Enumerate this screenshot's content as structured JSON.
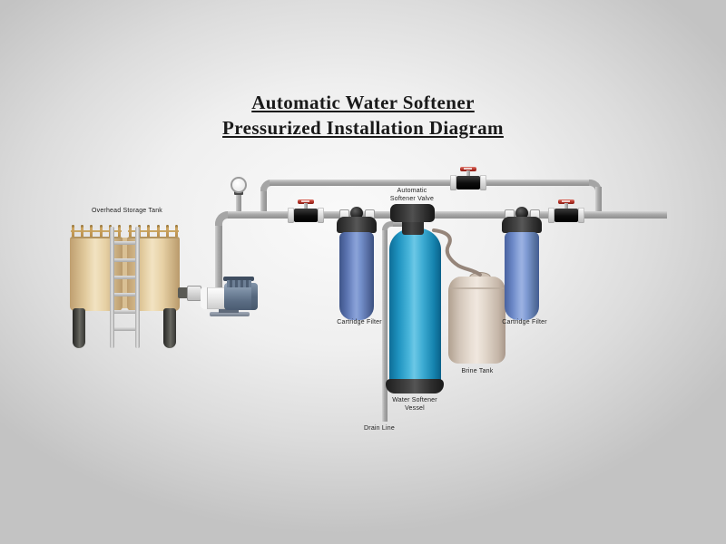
{
  "title": {
    "line1": "Automatic Water Softener",
    "line2": "Pressurized Installation Diagram"
  },
  "diagram": {
    "labels": {
      "overhead_storage_tank": "Overhead Storage Tank",
      "cartridge_filter": "Cartridge Filter",
      "automatic_softener_valve": [
        "Automatic",
        "Softener Valve"
      ],
      "water_softener_vessel": [
        "Water Softener",
        "Vessel"
      ],
      "brine_tank": "Brine Tank",
      "drain_line": "Drain Line"
    },
    "components": [
      "overhead-storage-tank",
      "ladder",
      "pump",
      "pressure-gauge",
      "shutoff-valve-1",
      "bypass-valve",
      "shutoff-valve-2",
      "cartridge-filter-1",
      "automatic-softener-valve",
      "water-softener-vessel",
      "brine-tank",
      "brine-tube",
      "cartridge-filter-2",
      "main-supply-pipe",
      "bypass-pipe",
      "drain-line-pipe"
    ],
    "colors": {
      "background_center": "#fafafa",
      "background_edge": "#c3c3c3",
      "title_text": "#1a1a1a",
      "label_text": "#1e1e1e",
      "pipe_gray": "#a5a5a5",
      "valve_body_black": "#141414",
      "valve_handle_red": "#b23228",
      "valve_flange_white": "#efefef",
      "tank_tan": "#e2cb9e",
      "tank_leg_dark": "#3d3d3a",
      "ladder_gray": "#c9c9c9",
      "crown_gold": "#c9a765",
      "pump_housing_white": "#f2f2f2",
      "pump_motor_steel_blue": "#66798f",
      "filter_blue_dark": "#5e77b4",
      "filter_blue_light": "#6d89c8",
      "filter_cap_charcoal": "#3a3a3a",
      "vessel_cyan_blue": "#35a8d2",
      "vessel_cap_dark": "#333333",
      "softener_valve_head": "#343434",
      "brine_cream": "#e6dcd1",
      "brine_tube_taupe": "#95857a",
      "gauge_face": "#f6f6f6"
    }
  }
}
